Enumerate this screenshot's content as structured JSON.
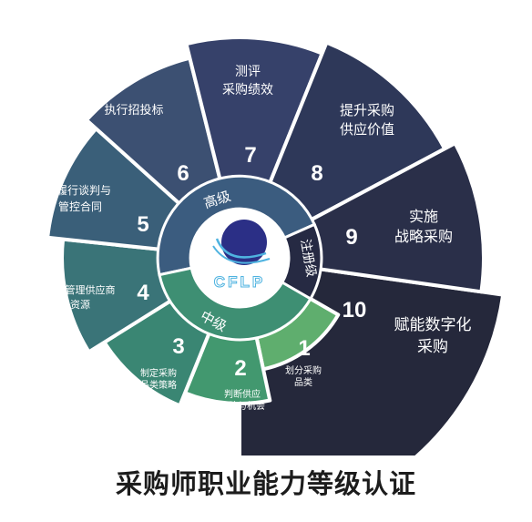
{
  "title": "采购师职业能力等级认证",
  "logo_text": "CFLP",
  "levels": {
    "high": "高级",
    "mid": "中级",
    "registered": "注册级"
  },
  "stages": [
    {
      "num": "1",
      "lines": [
        "划分采购",
        "品类"
      ],
      "color": "#5fae6e"
    },
    {
      "num": "2",
      "lines": [
        "判断供应",
        "风险与机会"
      ],
      "color": "#42986f"
    },
    {
      "num": "3",
      "lines": [
        "制定采购",
        "品类策略"
      ],
      "color": "#3a8673"
    },
    {
      "num": "4",
      "lines": [
        "管理供应商",
        "资源"
      ],
      "color": "#3a7478"
    },
    {
      "num": "5",
      "lines": [
        "履行谈判与",
        "管控合同"
      ],
      "color": "#3a5f79"
    },
    {
      "num": "6",
      "lines": [
        "执行招投标"
      ],
      "color": "#3c5072"
    },
    {
      "num": "7",
      "lines": [
        "测评",
        "采购绩效"
      ],
      "color": "#36416a"
    },
    {
      "num": "8",
      "lines": [
        "提升采购",
        "供应价值"
      ],
      "color": "#2e3859"
    },
    {
      "num": "9",
      "lines": [
        "实施",
        "战略采购"
      ],
      "color": "#2a2f49"
    },
    {
      "num": "10",
      "lines": [
        "赋能数字化",
        "采购"
      ],
      "color": "#25283b"
    }
  ]
}
